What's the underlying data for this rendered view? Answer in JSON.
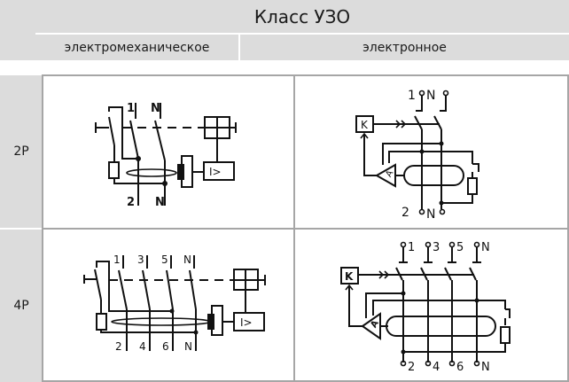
{
  "table": {
    "title": "Класс УЗО",
    "columns": [
      "электромеханическое",
      "электронное"
    ],
    "rows": [
      {
        "label": "2P",
        "cells": [
          {
            "type": "electromechanical",
            "top_terminals": [
              "1",
              "N"
            ],
            "bottom_terminals": [
              "2",
              "N"
            ],
            "trip_label": "I>"
          },
          {
            "type": "electronic",
            "top_terminals": [
              "1",
              "N"
            ],
            "bottom_terminals": [
              "2",
              "N"
            ],
            "relay_label": "K",
            "amp_label": "A"
          }
        ]
      },
      {
        "label": "4P",
        "cells": [
          {
            "type": "electromechanical",
            "top_terminals": [
              "1",
              "3",
              "5",
              "N"
            ],
            "bottom_terminals": [
              "2",
              "4",
              "6",
              "N"
            ],
            "trip_label": "I>"
          },
          {
            "type": "electronic",
            "top_terminals": [
              "1",
              "3",
              "5",
              "N"
            ],
            "bottom_terminals": [
              "2",
              "4",
              "6",
              "N"
            ],
            "relay_label": "K",
            "amp_label": "A"
          }
        ]
      }
    ]
  },
  "colors": {
    "header_bg": "#dcdcdc",
    "border": "#a6a6a6",
    "line": "#111111"
  }
}
